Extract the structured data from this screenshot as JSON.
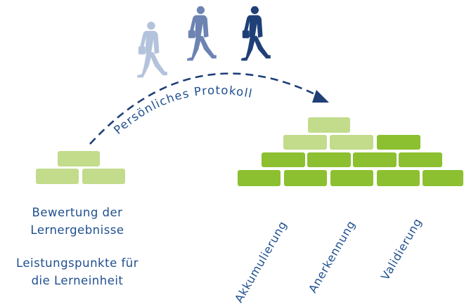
{
  "diagram": {
    "arc_label": "Persönliches Protokoll",
    "left_captions": {
      "assessment": [
        "Bewertung der",
        "Lernergebnisse"
      ],
      "credit_points": [
        "Leistungspunkte für",
        "die Lerneinheit"
      ]
    },
    "rotated_labels": [
      "Akkumulierung",
      "Anerkennung",
      "Validierung"
    ],
    "figures": [
      "walker-faded-icon",
      "walker-medium-icon",
      "walker-dark-icon"
    ]
  },
  "colors": {
    "text": "#1f4f8f",
    "arrow": "#1f3f77",
    "brick_pale": "#c2dc8c",
    "brick_green": "#8cc031",
    "walker_faded": "#b4c3dc",
    "walker_medium": "#6d84b2",
    "walker_dark": "#1f3f77"
  }
}
